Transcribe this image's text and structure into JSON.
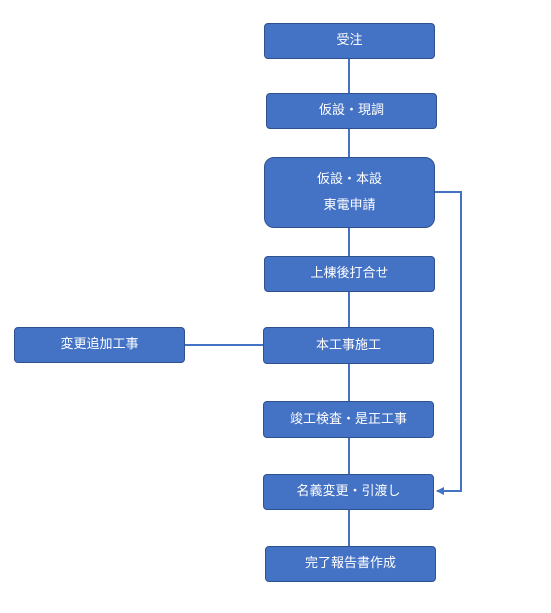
{
  "colors": {
    "box_fill": "#4472c4",
    "box_border": "#2f528f",
    "connector": "#4472c4",
    "text": "#ffffff"
  },
  "steps": {
    "order_received": "受注",
    "temp_survey": "仮設・現調",
    "temp_main_line1": "仮設・本設",
    "temp_main_line2": "東電申請",
    "framing_meeting": "上棟後打合せ",
    "main_work": "本工事施工",
    "inspection": "竣工検査・是正工事",
    "handover": "名義変更・引渡し",
    "completion_report": "完了報告書作成"
  },
  "side_steps": {
    "change_additional_work": "変更追加工事"
  }
}
